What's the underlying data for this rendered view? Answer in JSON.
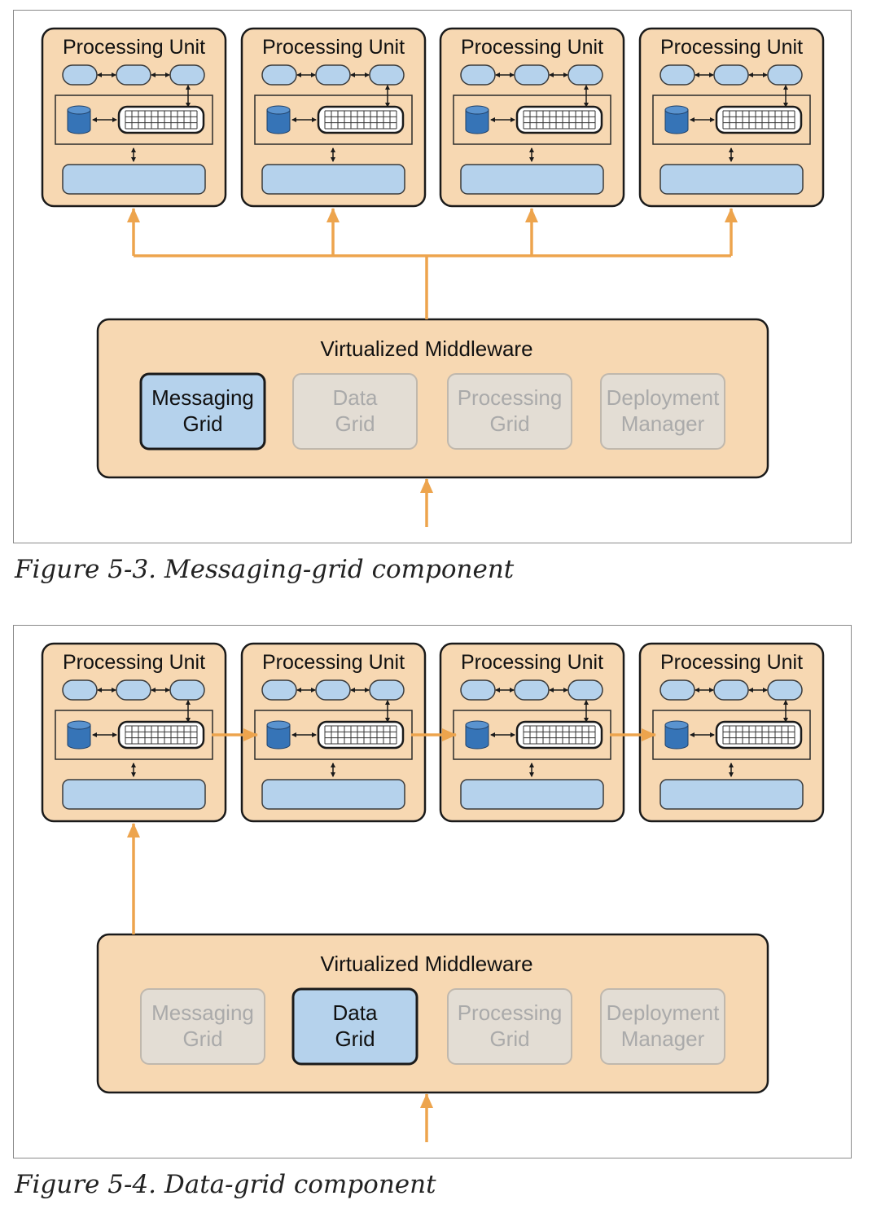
{
  "figures": [
    {
      "caption": "Figure 5-3. Messaging-grid component",
      "processing_units": [
        {
          "title": "Processing Unit"
        },
        {
          "title": "Processing Unit"
        },
        {
          "title": "Processing Unit"
        },
        {
          "title": "Processing Unit"
        }
      ],
      "middleware": {
        "title": "Virtualized Middleware",
        "components": [
          {
            "line1": "Messaging",
            "line2": "Grid",
            "active": true
          },
          {
            "line1": "Data",
            "line2": "Grid",
            "active": false
          },
          {
            "line1": "Processing",
            "line2": "Grid",
            "active": false
          },
          {
            "line1": "Deployment",
            "line2": "Manager",
            "active": false
          }
        ]
      }
    },
    {
      "caption": "Figure 5-4. Data-grid component",
      "processing_units": [
        {
          "title": "Processing Unit"
        },
        {
          "title": "Processing Unit"
        },
        {
          "title": "Processing Unit"
        },
        {
          "title": "Processing Unit"
        }
      ],
      "middleware": {
        "title": "Virtualized Middleware",
        "components": [
          {
            "line1": "Messaging",
            "line2": "Grid",
            "active": false
          },
          {
            "line1": "Data",
            "line2": "Grid",
            "active": true
          },
          {
            "line1": "Processing",
            "line2": "Grid",
            "active": false
          },
          {
            "line1": "Deployment",
            "line2": "Manager",
            "active": false
          }
        ]
      }
    }
  ],
  "colors": {
    "unit_fill": "#f7d8b2",
    "component_blue": "#b5d2ec",
    "db_blue": "#3674b7",
    "inactive_fill": "#e3ddd4",
    "inactive_stroke": "#c0b8ad",
    "inactive_text": "#aaaaaa",
    "arrow_orange": "#eda44d",
    "outline": "#1a1a1a"
  }
}
